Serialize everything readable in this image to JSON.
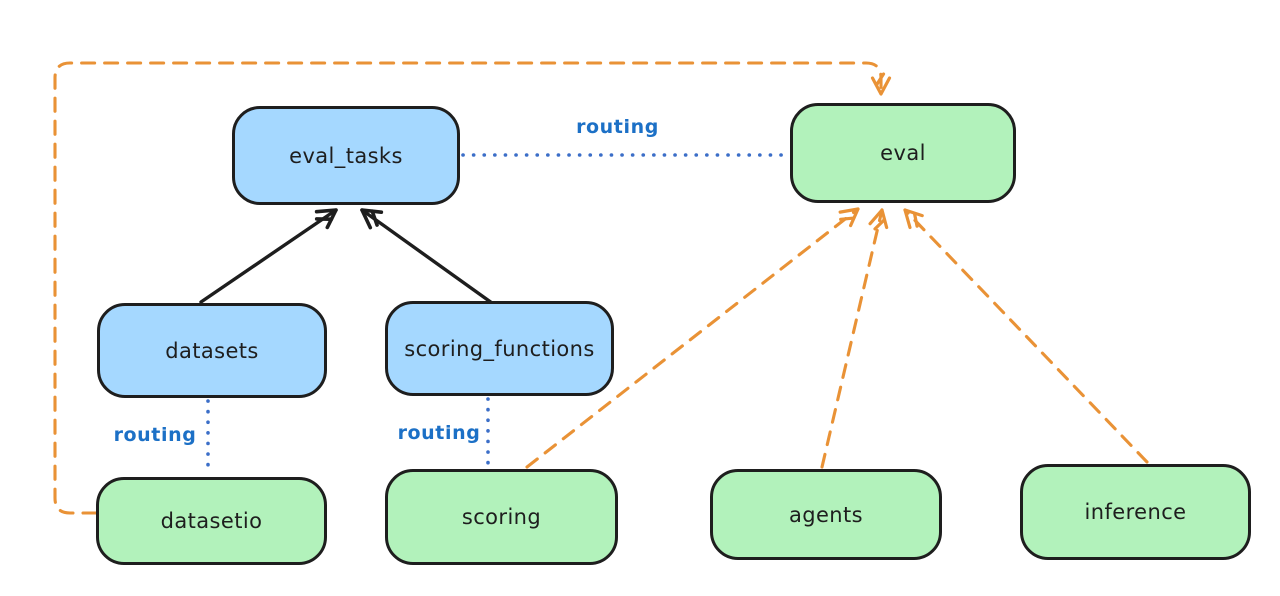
{
  "diagram": {
    "title": "",
    "type": "flow-diagram",
    "nodes": [
      {
        "id": "eval_tasks",
        "label": "eval_tasks",
        "fill": "blue"
      },
      {
        "id": "eval",
        "label": "eval",
        "fill": "green"
      },
      {
        "id": "datasets",
        "label": "datasets",
        "fill": "blue"
      },
      {
        "id": "scoring_functions",
        "label": "scoring_functions",
        "fill": "blue"
      },
      {
        "id": "datasetio",
        "label": "datasetio",
        "fill": "green"
      },
      {
        "id": "scoring",
        "label": "scoring",
        "fill": "green"
      },
      {
        "id": "agents",
        "label": "agents",
        "fill": "green"
      },
      {
        "id": "inference",
        "label": "inference",
        "fill": "green"
      }
    ],
    "edges": [
      {
        "from": "datasets",
        "to": "eval_tasks",
        "style": "solid",
        "arrow": true,
        "color": "black",
        "label": ""
      },
      {
        "from": "scoring_functions",
        "to": "eval_tasks",
        "style": "solid",
        "arrow": true,
        "color": "black",
        "label": ""
      },
      {
        "from": "eval_tasks",
        "to": "eval",
        "style": "dotted",
        "arrow": false,
        "color": "blue",
        "label": "routing"
      },
      {
        "from": "datasets",
        "to": "datasetio",
        "style": "dotted",
        "arrow": false,
        "color": "blue",
        "label": "routing"
      },
      {
        "from": "scoring_functions",
        "to": "scoring",
        "style": "dotted",
        "arrow": false,
        "color": "blue",
        "label": "routing"
      },
      {
        "from": "datasetio",
        "to": "eval",
        "style": "dashed",
        "arrow": true,
        "color": "orange",
        "label": ""
      },
      {
        "from": "scoring",
        "to": "eval",
        "style": "dashed",
        "arrow": true,
        "color": "orange",
        "label": ""
      },
      {
        "from": "agents",
        "to": "eval",
        "style": "dashed",
        "arrow": true,
        "color": "orange",
        "label": ""
      },
      {
        "from": "inference",
        "to": "eval",
        "style": "dashed",
        "arrow": true,
        "color": "orange",
        "label": ""
      }
    ]
  },
  "colors": {
    "node_blue_fill": "#a5d8ff",
    "node_green_fill": "#b2f2bb",
    "node_border": "#1e1e1e",
    "edge_black": "#1e1e1e",
    "edge_orange": "#e99236",
    "edge_blue": "#3b6ec8",
    "routing_label_blue": "#1c70c6",
    "background": "#ffffff"
  }
}
